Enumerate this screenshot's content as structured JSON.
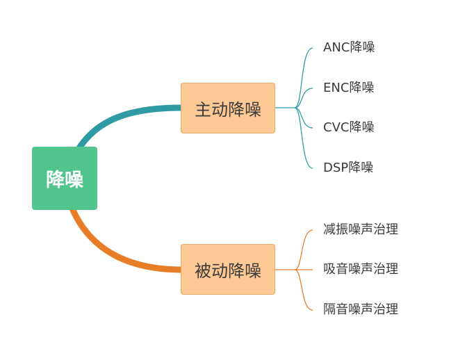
{
  "root": {
    "label": "降噪",
    "color": "#52c58c"
  },
  "branches": [
    {
      "label": "主动降噪",
      "connector_color": "#2e9aa4",
      "leaves": [
        "ANC降噪",
        "ENC降噪",
        "CVC降噪",
        "DSP降噪"
      ]
    },
    {
      "label": "被动降噪",
      "connector_color": "#e87d28",
      "leaves": [
        "减振噪声治理",
        "吸音噪声治理",
        "隔音噪声治理"
      ]
    }
  ],
  "colors": {
    "branch_fill": "#fec994",
    "branch_border": "#e8a96a",
    "text": "#3a3a3a"
  }
}
